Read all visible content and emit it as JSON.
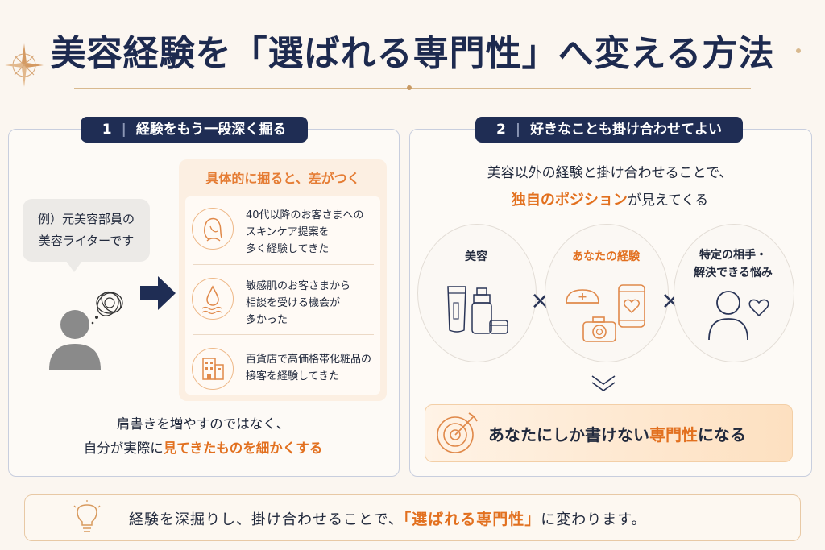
{
  "title": "美容経験を「選ばれる専門性」へ変える方法",
  "left_panel": {
    "tag_number": "1",
    "tag_text": "経験をもう一段深く掘る",
    "bubble_line1": "例）元美容部員の",
    "bubble_line2": "美容ライターです",
    "orange_heading": "具体的に掘ると、差がつく",
    "items": [
      {
        "line1": "40代以降のお客さまへの",
        "line2": "スキンケア提案を",
        "line3": "多く経験してきた"
      },
      {
        "line1": "敏感肌のお客さまから",
        "line2": "相談を受ける機会が",
        "line3": "多かった"
      },
      {
        "line1": "百貨店で高価格帯化粧品の",
        "line2": "接客を経験してきた"
      }
    ],
    "bottom_line1": "肩書きを増やすのではなく、",
    "bottom_line2_prefix": "自分が実際に",
    "bottom_line2_highlight": "見てきたものを細かくする"
  },
  "right_panel": {
    "tag_number": "2",
    "tag_text": "好きなことも掛け合わせてよい",
    "intro_line1": "美容以外の経験と掛け合わせることで、",
    "intro_line2_highlight": "独自のポジション",
    "intro_line2_suffix": "が見えてくる",
    "circles": [
      {
        "label": "美容"
      },
      {
        "label": "あなたの経験"
      },
      {
        "label_line1": "特定の相手・",
        "label_line2": "解決できる悩み"
      }
    ],
    "times_symbol": "×",
    "result_prefix": "あなたにしか書けない",
    "result_highlight": "専門性",
    "result_suffix": "になる"
  },
  "footer": {
    "prefix": "経験を深掘りし、掛け合わせることで、",
    "highlight": "「選ばれる専門性」",
    "suffix": "に変わります。"
  },
  "colors": {
    "navy": "#1f2d54",
    "orange": "#e2701f",
    "background": "#fbf6f0"
  },
  "icons": [
    "compass-star-icon",
    "person-icon",
    "tangled-thought-icon",
    "arrow-right-icon",
    "woman-face-icon",
    "water-drop-icon",
    "building-icon",
    "cosmetics-icon",
    "nurse-cap-icon",
    "camera-icon",
    "phone-heart-icon",
    "person-heart-icon",
    "chevron-double-down-icon",
    "target-arrow-icon",
    "lightbulb-icon"
  ]
}
